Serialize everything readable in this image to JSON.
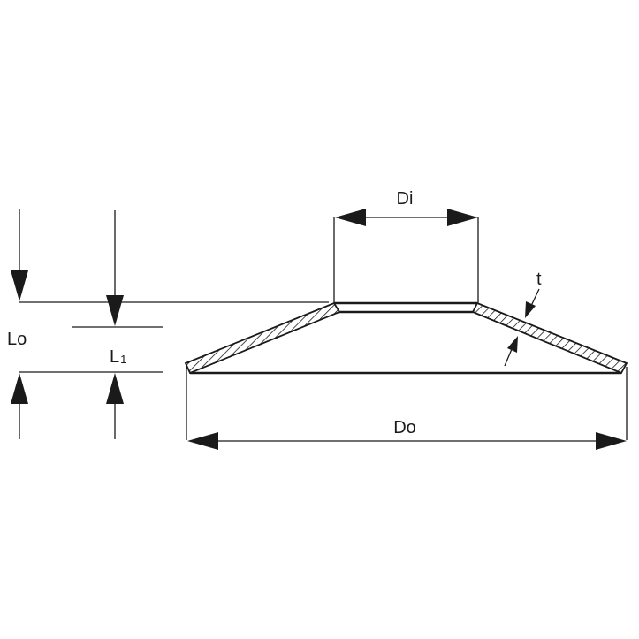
{
  "labels": {
    "inner_diameter": "Di",
    "outer_diameter": "Do",
    "thickness": "t",
    "free_height": "Lo",
    "loaded_height_main": "L",
    "loaded_height_sub": "1"
  },
  "colors": {
    "line": "#1a1a1a",
    "background": "#ffffff"
  }
}
